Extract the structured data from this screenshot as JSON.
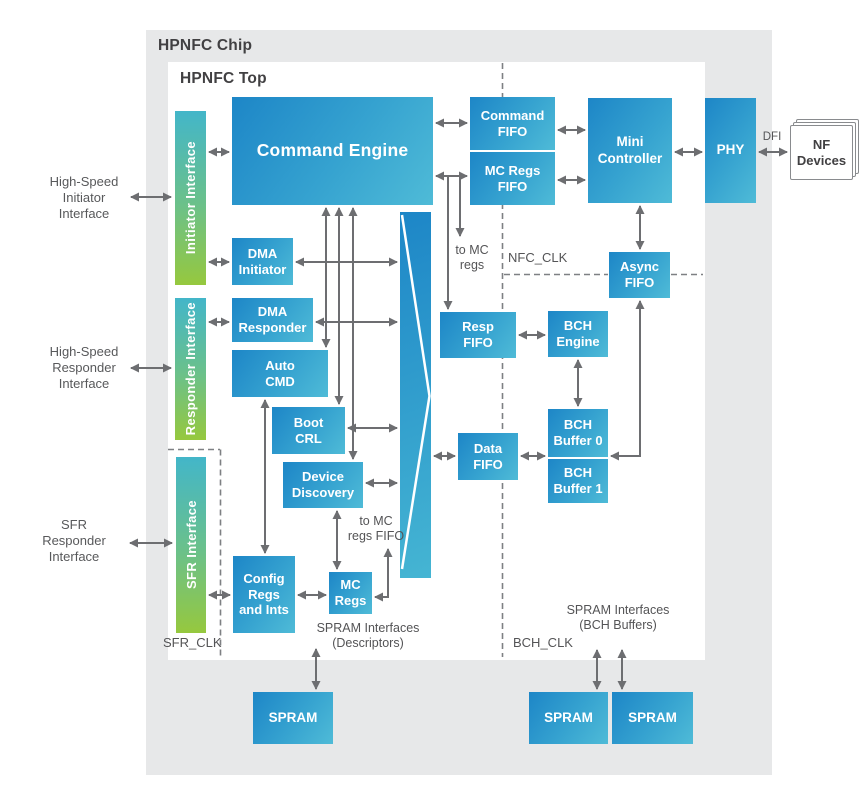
{
  "titles": {
    "chip": "HPNFC Chip",
    "top": "HPNFC Top"
  },
  "bars": {
    "initiator": "Initiator Interface",
    "responder": "Responder Interface",
    "sfr": "SFR Interface"
  },
  "blocks": {
    "command_engine": "Command Engine",
    "command_fifo": "Command\nFIFO",
    "mc_regs_fifo": "MC Regs\nFIFO",
    "mini_controller": "Mini\nController",
    "phy": "PHY",
    "async_fifo": "Async\nFIFO",
    "dma_initiator": "DMA\nInitiator",
    "dma_responder": "DMA\nResponder",
    "auto_cmd": "Auto\nCMD",
    "boot_crl": "Boot\nCRL",
    "device_discovery": "Device\nDiscovery",
    "config_regs": "Config\nRegs\nand Ints",
    "mc_regs": "MC\nRegs",
    "resp_fifo": "Resp\nFIFO",
    "data_fifo": "Data\nFIFO",
    "bch_engine": "BCH\nEngine",
    "bch_buffer0": "BCH\nBuffer 0",
    "bch_buffer1": "BCH\nBuffer 1",
    "spram_desc": "SPRAM",
    "spram_bch0": "SPRAM",
    "spram_bch1": "SPRAM"
  },
  "external": {
    "hs_initiator": "High-Speed\nInitiator\nInterface",
    "hs_responder": "High-Speed\nResponder\nInterface",
    "sfr_responder": "SFR\nResponder\nInterface",
    "nf_devices": "NF\nDevices",
    "dfi": "DFI"
  },
  "clocks": {
    "nfc": "NFC_CLK",
    "sfr": "SFR_CLK",
    "bch": "BCH_CLK"
  },
  "annotations": {
    "to_mc_regs": "to MC\nregs",
    "to_mc_regs_fifo": "to MC\nregs FIFO",
    "spram_descriptors": "SPRAM Interfaces\n(Descriptors)",
    "spram_bch": "SPRAM Interfaces\n(BCH Buffers)"
  },
  "colors": {
    "chip_background": "#e7e8e9",
    "block_blue_dark": "#1d86c7",
    "block_blue_light": "#4fbbd7",
    "bar_teal": "#43b6c9",
    "bar_green": "#96c83e",
    "arrow_gray": "#6d6e71",
    "text_dark": "#414042"
  }
}
